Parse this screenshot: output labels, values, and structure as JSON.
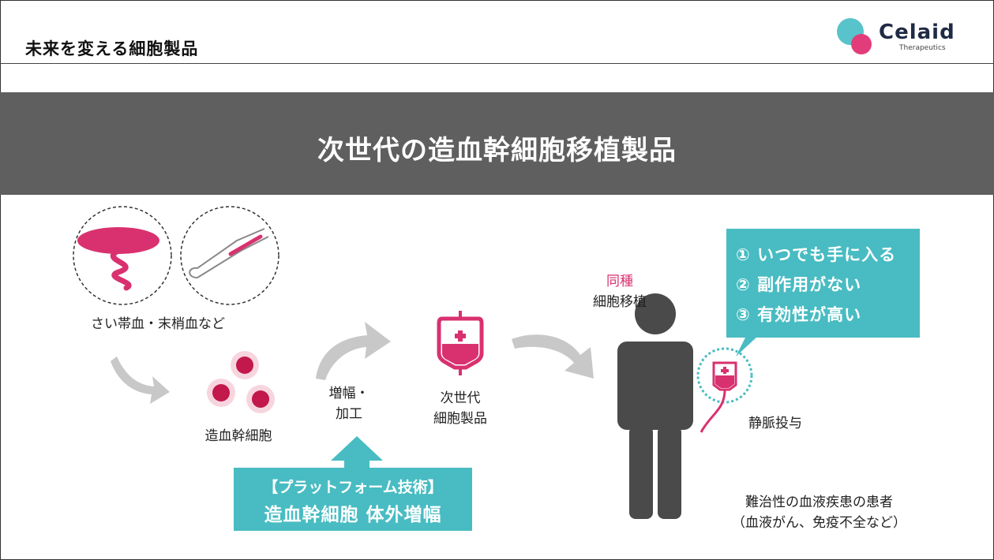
{
  "header": {
    "page_title": "未来を変える細胞製品",
    "logo_name": "Celaid",
    "logo_sub": "Therapeutics"
  },
  "banner": {
    "title": "次世代の造血幹細胞移植製品"
  },
  "diagram": {
    "source_label": "さい帯血・末梢血など",
    "cells_label": "造血幹細胞",
    "process_line1": "増幅・",
    "process_line2": "加工",
    "product_line1": "次世代",
    "product_line2": "細胞製品",
    "transplant_line1": "同種",
    "transplant_line2": "細胞移植",
    "iv_label": "静脈投与",
    "patient_line1": "難治性の血液疾患の患者",
    "patient_line2": "（血液がん、免疫不全など）"
  },
  "callout": {
    "item1": "① いつでも手に入る",
    "item2": "② 副作用がない",
    "item3": "③ 有効性が高い"
  },
  "platform": {
    "line1": "【プラットフォーム技術】",
    "line2": "造血幹細胞 体外増幅"
  },
  "colors": {
    "accent_pink": "#d9316f",
    "teal": "#48bcc2",
    "banner_gray": "#5f5f5f",
    "figure_gray": "#4a4a4a",
    "arrow_gray": "#c8c8c8"
  }
}
